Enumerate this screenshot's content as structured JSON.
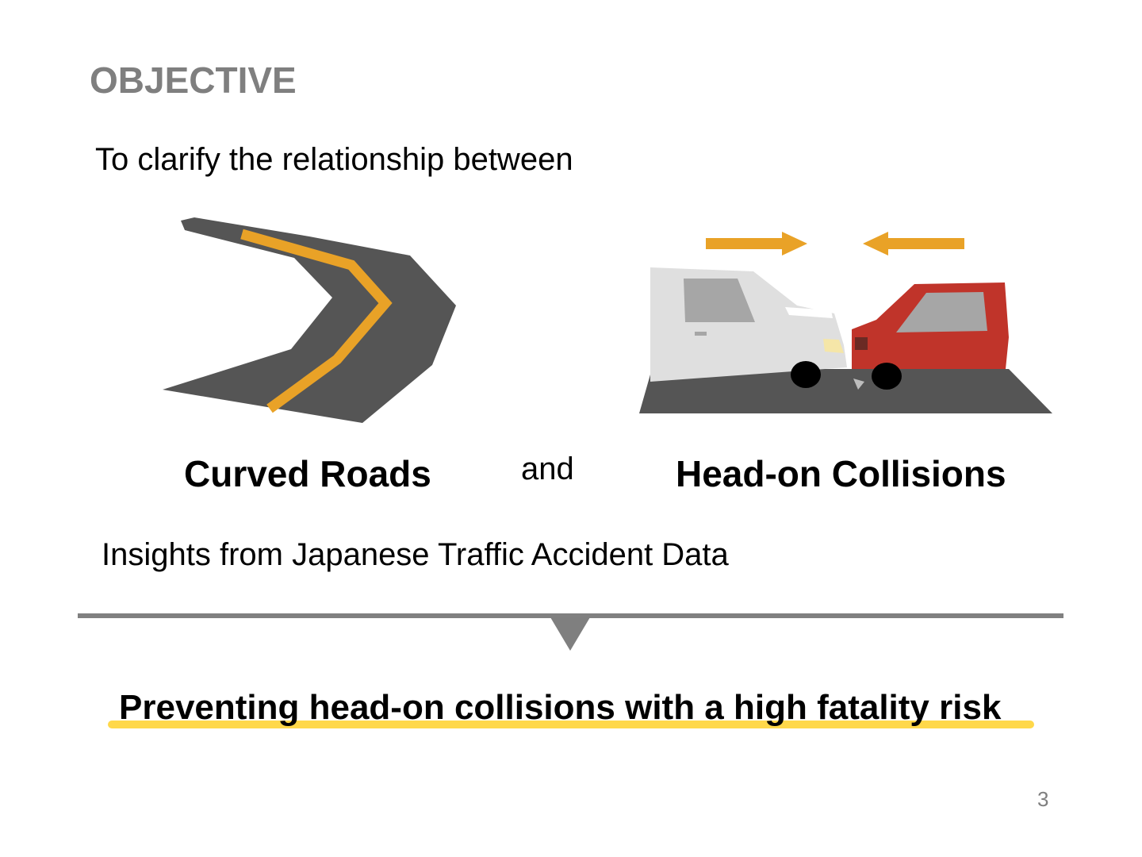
{
  "slide": {
    "title": "OBJECTIVE",
    "intro": "To clarify the relationship between",
    "left_topic": "Curved Roads",
    "connector": "and",
    "right_topic": "Head-on Collisions",
    "source_note": "Insights from Japanese Traffic Accident Data",
    "conclusion": "Preventing head-on collisions with a high fatality risk",
    "page_number": "3"
  },
  "colors": {
    "title_gray": "#7f7f7f",
    "road_asphalt": "#555555",
    "road_center_line": "#e9a227",
    "arrow_orange": "#e9a227",
    "white_car": "#dfdfdf",
    "red_car": "#c0342a",
    "highlight_yellow": "#ffd84a",
    "divider_gray": "#808080"
  },
  "icons": {
    "road": "curved-road-icon",
    "collision": "head-on-collision-icon",
    "pointer": "down-triangle-icon"
  }
}
